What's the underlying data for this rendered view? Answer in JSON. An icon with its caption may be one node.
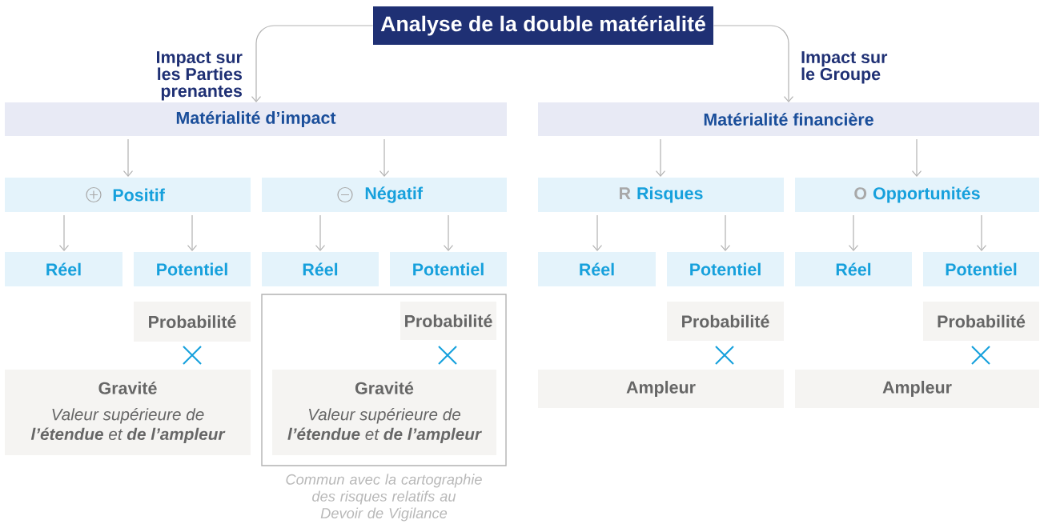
{
  "diagram": {
    "nodes": [
      {
        "text": [
          "Analyse de la double matérialité"
        ]
      },
      {
        "text": [
          "Matérialité d’impact"
        ]
      },
      {
        "text": [
          "Matérialité financière"
        ]
      },
      {
        "text": [
          "Positif"
        ]
      },
      {
        "text": [
          "Négatif"
        ]
      },
      {
        "text": [
          "R",
          "Risques"
        ]
      },
      {
        "text": [
          "O",
          "Opportunités"
        ]
      },
      {
        "text": [
          "Réel"
        ]
      },
      {
        "text": [
          "Potentiel"
        ]
      },
      {
        "text": [
          "Réel"
        ]
      },
      {
        "text": [
          "Potentiel"
        ]
      },
      {
        "text": [
          "Réel"
        ]
      },
      {
        "text": [
          "Potentiel"
        ]
      },
      {
        "text": [
          "Réel"
        ]
      },
      {
        "text": [
          "Potentiel"
        ]
      },
      {
        "text": [
          "Probabilité"
        ]
      },
      {
        "text": [
          "Gravité",
          "Valeur supérieure de **l’étendue** et **de l’ampleur**"
        ]
      },
      {
        "text": [],
        "shape": "box",
        "beside": [
          "Commun avec la cartographie des risques relatifs au Devoir de Vigilance"
        ]
      },
      {
        "text": [
          "Probabilité"
        ],
        "in": 17
      },
      {
        "text": [
          "Gravité",
          "Valeur supérieure de **l’étendue** et **de l’ampleur**"
        ],
        "in": 17
      },
      {
        "text": [
          "Probabilité"
        ]
      },
      {
        "text": [
          "Ampleur"
        ]
      },
      {
        "text": [
          "Probabilité"
        ]
      },
      {
        "text": [
          "Ampleur"
        ]
      }
    ],
    "edges": [
      {
        "from": 0,
        "to": 1,
        "arrow": "to",
        "label": "Impact sur les Parties prenantes"
      },
      {
        "from": 0,
        "to": 2,
        "arrow": "to",
        "label": "Impact sur le Groupe"
      },
      {
        "from": 1,
        "to": 3,
        "arrow": "to"
      },
      {
        "from": 1,
        "to": 4,
        "arrow": "to"
      },
      {
        "from": 2,
        "to": 5,
        "arrow": "to"
      },
      {
        "from": 2,
        "to": 6,
        "arrow": "to"
      },
      {
        "from": 3,
        "to": 7,
        "arrow": "to"
      },
      {
        "from": 3,
        "to": 8,
        "arrow": "to"
      },
      {
        "from": 4,
        "to": 9,
        "arrow": "to"
      },
      {
        "from": 4,
        "to": 10,
        "arrow": "to"
      },
      {
        "from": 5,
        "to": 11,
        "arrow": "to"
      },
      {
        "from": 5,
        "to": 12,
        "arrow": "to"
      },
      {
        "from": 6,
        "to": 13,
        "arrow": "to"
      },
      {
        "from": 6,
        "to": 14,
        "arrow": "to"
      }
    ]
  }
}
